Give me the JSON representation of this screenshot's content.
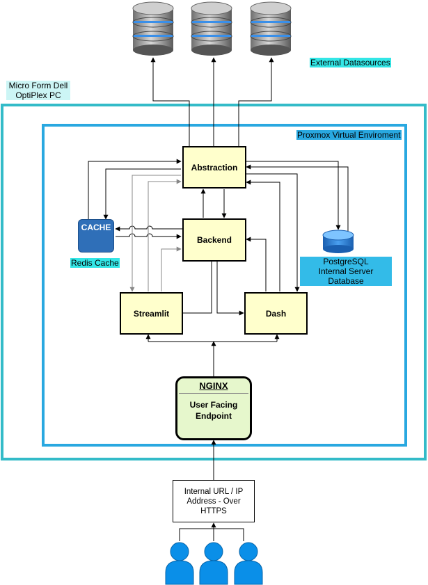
{
  "external_datasources_label": "External Datasources",
  "host_label_line1": "Micro Form Dell",
  "host_label_line2": "OptiPlex PC",
  "proxmox_label": "Proxmox Virtual Enviroment",
  "nodes": {
    "abstraction": "Abstraction",
    "backend": "Backend",
    "streamlit": "Streamlit",
    "dash": "Dash",
    "cache_icon_text": "CACHE",
    "redis_label": "Redis Cache",
    "postgres_line1": "PostgreSQL",
    "postgres_line2": "Internal Server Database"
  },
  "nginx": {
    "title": "NGINX",
    "subtitle_line1": "User Facing",
    "subtitle_line2": "Endpoint"
  },
  "internal_url": {
    "line1": "Internal URL / IP",
    "line2": "Address - Over",
    "line3": "HTTPS"
  },
  "colors": {
    "host_border": "#33bbc8",
    "proxmox_border": "#29a8e0",
    "label_highlight": "#33e6e6",
    "service_fill": "#ffffcc",
    "nginx_fill": "#e6f7cc",
    "database_icon": "#4a90d9",
    "cache_icon": "#2f6fb8",
    "user_icon": "#0a8fe8"
  },
  "icons": [
    "database-icon",
    "cache-icon",
    "postgres-icon",
    "user-icon"
  ]
}
